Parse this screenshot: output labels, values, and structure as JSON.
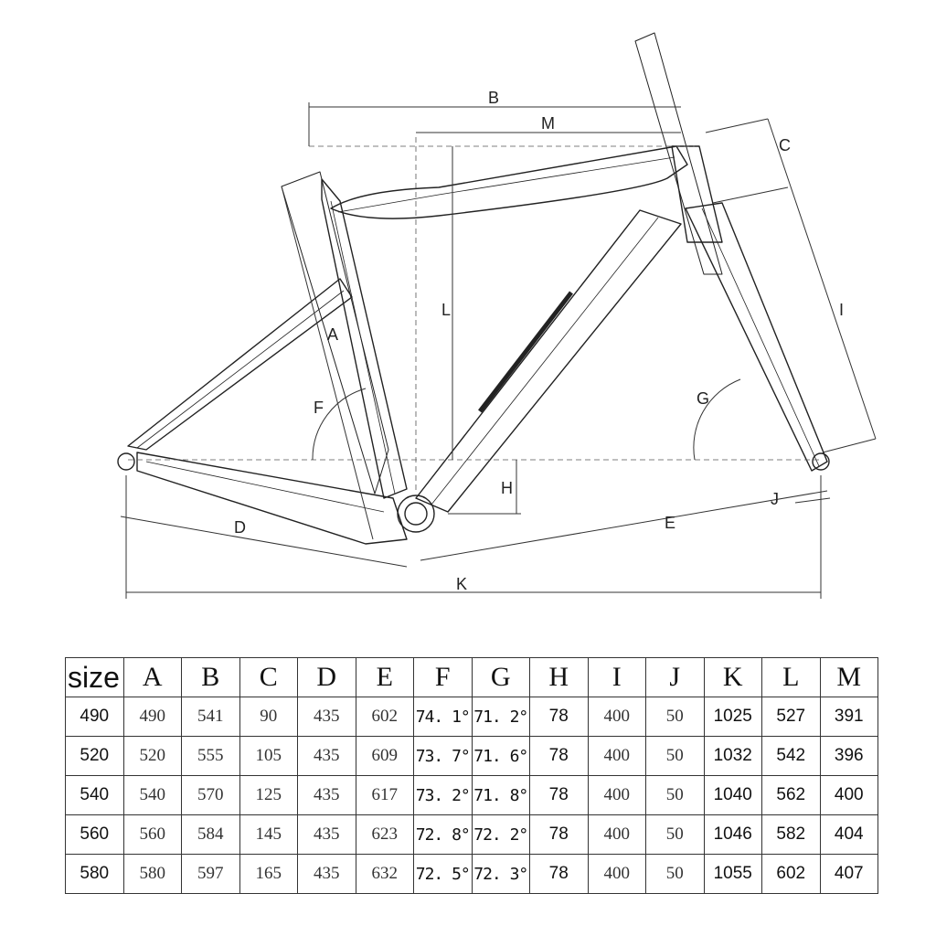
{
  "diagram": {
    "labels": {
      "A": "A",
      "B": "B",
      "C": "C",
      "D": "D",
      "E": "E",
      "F": "F",
      "G": "G",
      "H": "H",
      "I": "I",
      "J": "J",
      "K": "K",
      "L": "L",
      "M": "M"
    }
  },
  "table": {
    "headers": [
      "size",
      "A",
      "B",
      "C",
      "D",
      "E",
      "F",
      "G",
      "H",
      "I",
      "J",
      "K",
      "L",
      "M"
    ],
    "rows": [
      [
        "490",
        "490",
        "541",
        "90",
        "435",
        "602",
        "74. 1°",
        "71. 2°",
        "78",
        "400",
        "50",
        "1025",
        "527",
        "391"
      ],
      [
        "520",
        "520",
        "555",
        "105",
        "435",
        "609",
        "73. 7°",
        "71. 6°",
        "78",
        "400",
        "50",
        "1032",
        "542",
        "396"
      ],
      [
        "540",
        "540",
        "570",
        "125",
        "435",
        "617",
        "73. 2°",
        "71. 8°",
        "78",
        "400",
        "50",
        "1040",
        "562",
        "400"
      ],
      [
        "560",
        "560",
        "584",
        "145",
        "435",
        "623",
        "72. 8°",
        "72. 2°",
        "78",
        "400",
        "50",
        "1046",
        "582",
        "404"
      ],
      [
        "580",
        "580",
        "597",
        "165",
        "435",
        "632",
        "72. 5°",
        "72. 3°",
        "78",
        "400",
        "50",
        "1055",
        "602",
        "407"
      ]
    ]
  }
}
